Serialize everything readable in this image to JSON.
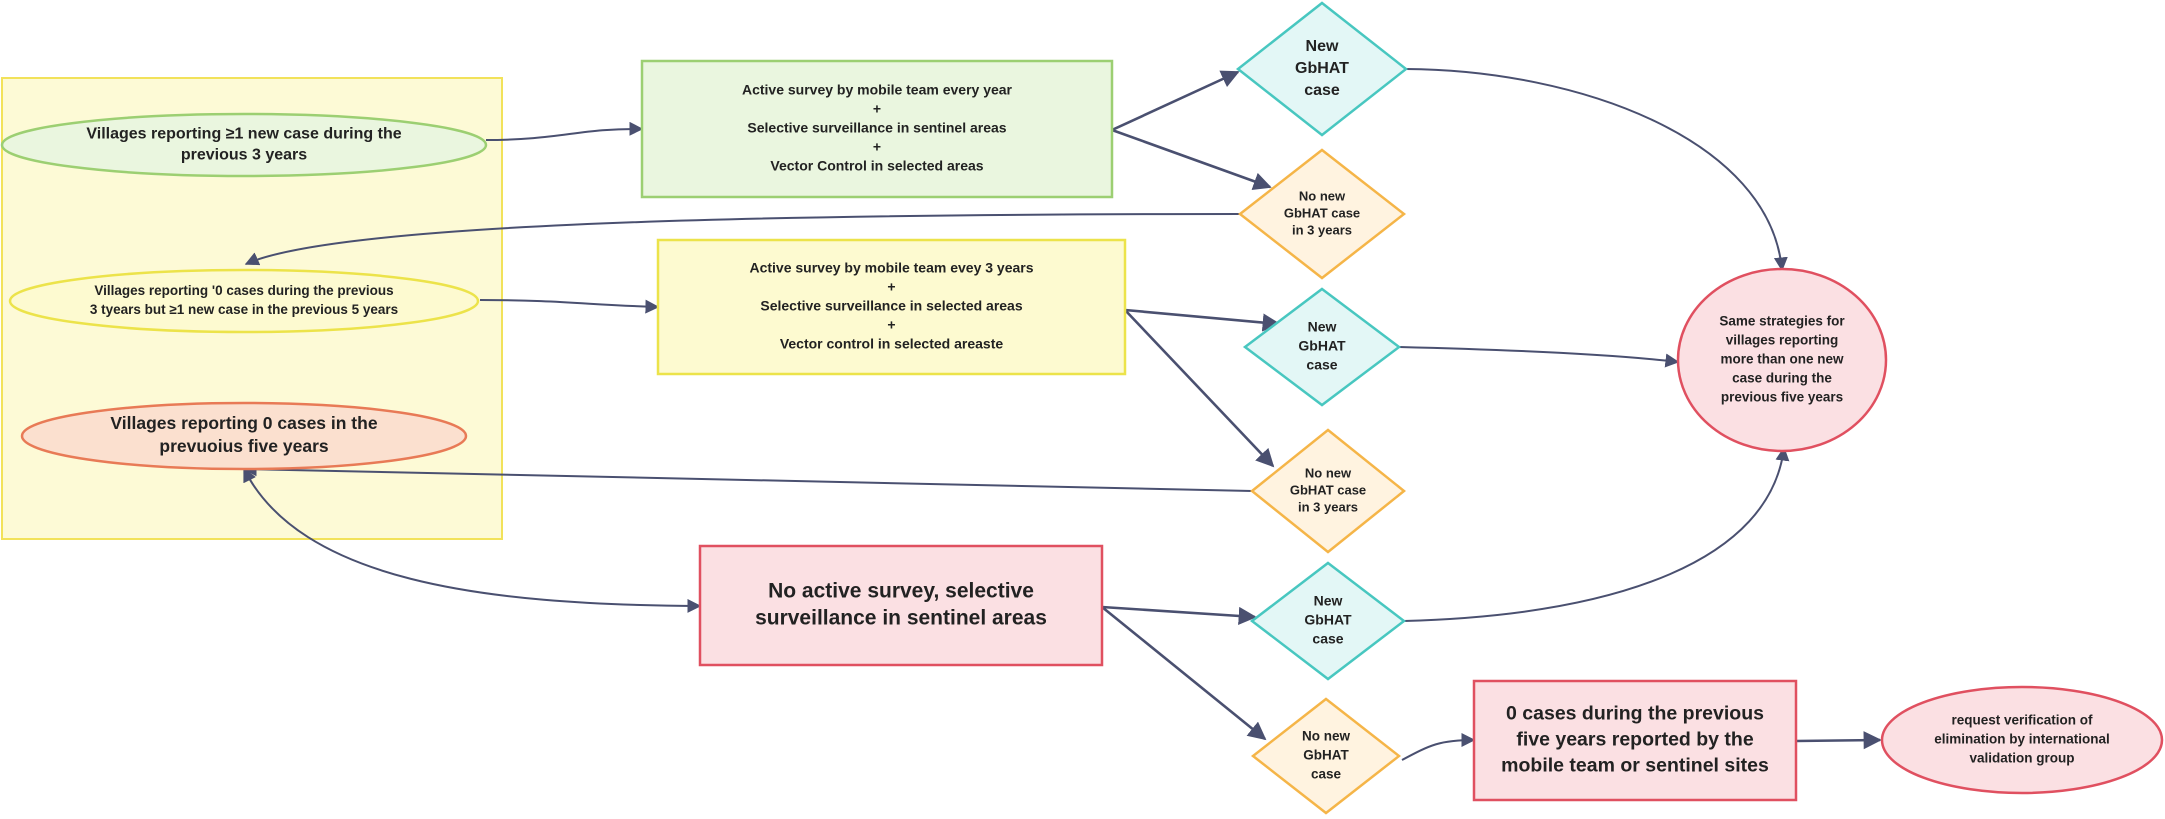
{
  "colors": {
    "group_fill": "#fdfad6",
    "group_stroke": "#f2e25a",
    "green_fill": "#eaf6df",
    "green_stroke": "#9ccf72",
    "yellow_fill": "#fdfad0",
    "yellow_stroke": "#ece34a",
    "orange_fill": "#fbe0cf",
    "orange_stroke": "#e87a56",
    "pink_fill": "#fbe0e3",
    "pink_stroke": "#e05060",
    "teal_fill": "#e3f7f6",
    "teal_stroke": "#48c7c0",
    "amber_fill": "#fff3e0",
    "amber_stroke": "#f5b548",
    "edge": "#4a5070"
  },
  "nodes": {
    "village_1plus": [
      "Villages reporting ≥1 new case during the",
      "previous 3 years"
    ],
    "village_0_3y": [
      "Villages reporting '0 cases during the previous",
      "3 tyears but ≥1 new case in the previous 5 years"
    ],
    "village_0_5y": [
      "Villages reporting 0 cases in the",
      "prevuoius five years"
    ],
    "strategy_yearly": [
      "Active survey by mobile team every year",
      "+",
      "Selective surveillance in sentinel areas",
      "+",
      "Vector Control in selected areas"
    ],
    "strategy_3y": [
      "Active survey by mobile team evey 3 years",
      "+",
      "Selective surveillance in selected areas",
      "+",
      "Vector control in selected areaste"
    ],
    "strategy_none": [
      "No active survey, selective",
      "surveillance in sentinel areas"
    ],
    "dec_new_1": [
      "New",
      "GbHAT",
      "case"
    ],
    "dec_nonew_1": [
      "No new",
      "GbHAT case",
      "in 3 years"
    ],
    "dec_new_2": [
      "New",
      "GbHAT",
      "case"
    ],
    "dec_nonew_2": [
      "No new",
      "GbHAT case",
      "in 3 years"
    ],
    "dec_new_3": [
      "New",
      "GbHAT",
      "case"
    ],
    "dec_nonew_3": [
      "No new",
      "GbHAT",
      "case"
    ],
    "same_strategies": [
      "Same strategies for",
      "villages reporting",
      "more than one new",
      "case during the",
      "previous five years"
    ],
    "zero_cases": [
      "0 cases during the previous",
      "five years reported by the",
      "mobile team or  sentinel sites"
    ],
    "request_verification": [
      "request verification of",
      "elimination by international",
      "validation group"
    ]
  }
}
